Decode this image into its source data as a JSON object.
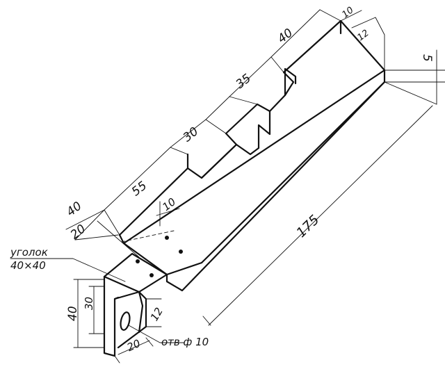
{
  "drawing": {
    "ink_color": "#111111",
    "background": "#ffffff",
    "dimensions": {
      "d40_top": "40",
      "d10_top": "10",
      "d12_top": "12",
      "d5_right": "5",
      "d35": "35",
      "d30": "30",
      "d55": "55",
      "d40_left": "40",
      "d10_mid": "10",
      "d20_left": "20",
      "d175": "175",
      "d40_angle": "40",
      "d30_angle": "30",
      "d12_angle": "12",
      "d20_angle": "20"
    },
    "notes": {
      "corner_line1": "уголок",
      "corner_line2": "40×40",
      "hole": "отв ф 10"
    }
  }
}
